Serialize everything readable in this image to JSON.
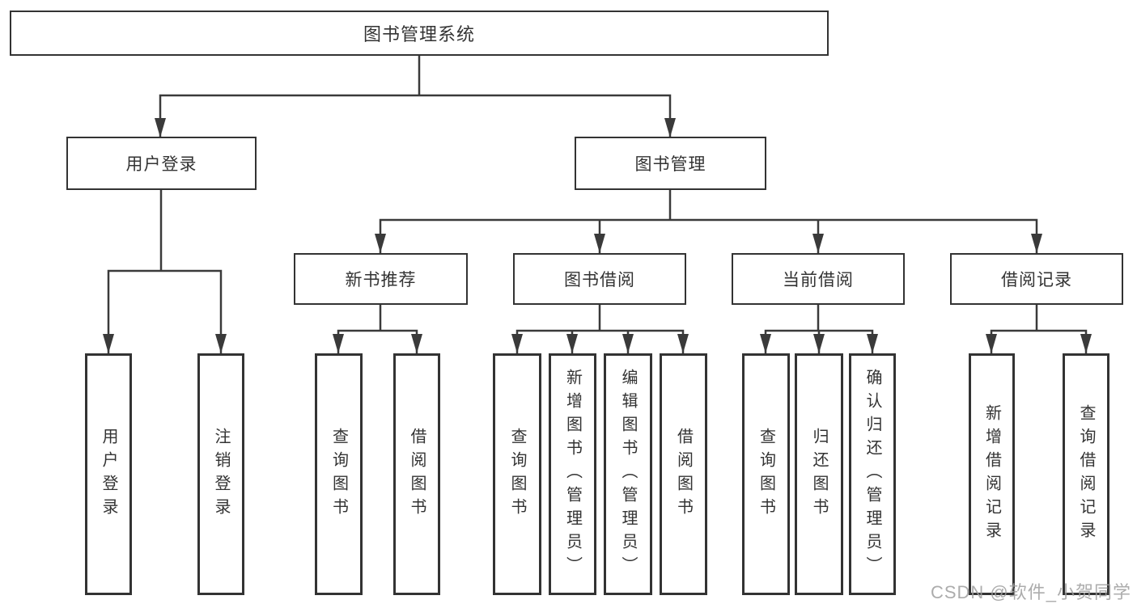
{
  "diagram": {
    "root": "图书管理系统",
    "level2": {
      "user_login": "用户登录",
      "book_management": "图书管理"
    },
    "level3": {
      "new_book_recommendation": "新书推荐",
      "book_borrowing": "图书借阅",
      "current_borrowing": "当前借阅",
      "borrowing_records": "借阅记录"
    },
    "leaves": {
      "user_login": "用户登录",
      "logout": "注销登录",
      "recommend_query_book": "查询图书",
      "recommend_borrow_book": "借阅图书",
      "borrow_query_book": "查询图书",
      "borrow_add_book": "新增图书（管理员）",
      "borrow_edit_book": "编辑图书（管理员）",
      "borrow_borrow_book": "借阅图书",
      "current_query_book": "查询图书",
      "current_return_book": "归还图书",
      "current_confirm_return": "确认归还（管理员）",
      "records_add_record": "新增借阅记录",
      "records_query_record": "查询借阅记录"
    }
  },
  "watermark": "CSDN @软件_小贺同学",
  "colors": {
    "line": "#3a3a3a",
    "box_border": "#333333",
    "box_fill": "#ffffff",
    "text": "#333333",
    "watermark": "#9e9e9e",
    "background": "#ffffff"
  }
}
